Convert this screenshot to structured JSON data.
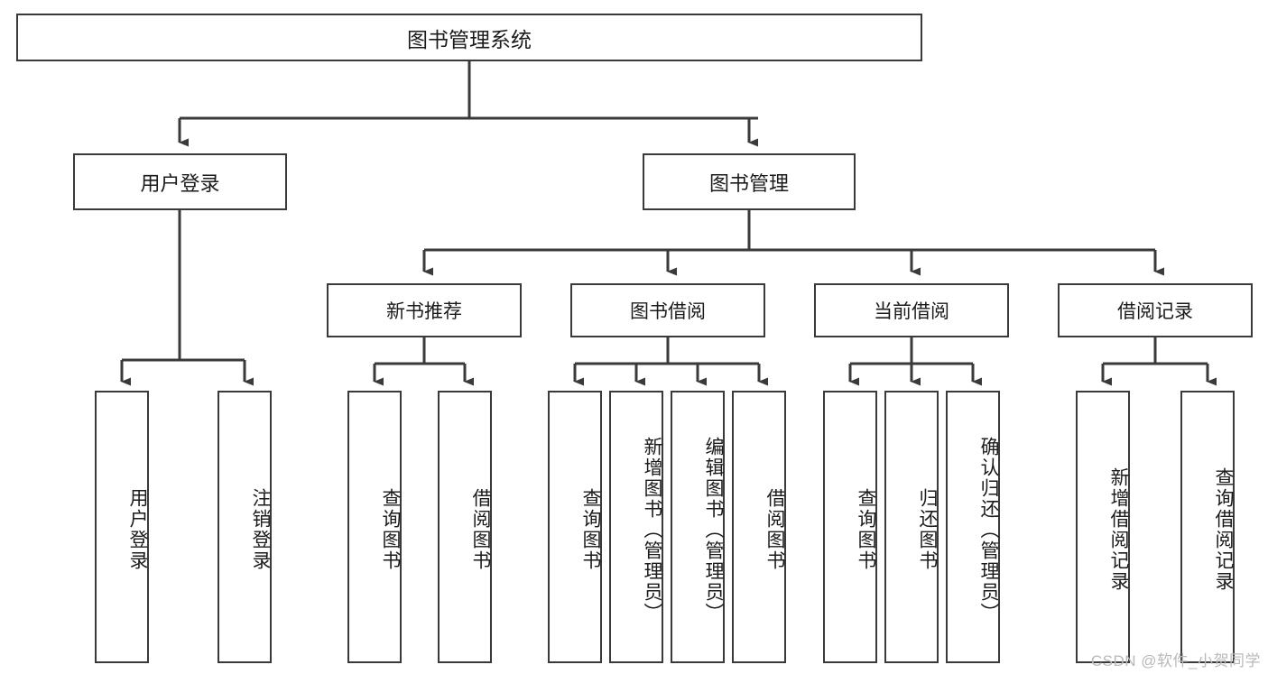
{
  "diagram": {
    "title": "图书管理系统",
    "watermark": "CSDN @软件_小贺同学",
    "colors": {
      "box_border": "#3a3a3a",
      "box_fill": "#ffffff",
      "connector": "#3a3a3a",
      "text": "#1b1b1b",
      "watermark": "#b9b9b9"
    },
    "nodes": {
      "root": {
        "label": "图书管理系统"
      },
      "level2": [
        {
          "label": "用户登录"
        },
        {
          "label": "图书管理"
        }
      ],
      "level3": [
        {
          "label": "新书推荐"
        },
        {
          "label": "图书借阅"
        },
        {
          "label": "当前借阅"
        },
        {
          "label": "借阅记录"
        }
      ],
      "leaves": {
        "user_login": [
          {
            "label": "用户登录"
          },
          {
            "label": "注销登录"
          }
        ],
        "new_book_recommend": [
          {
            "label": "查询图书"
          },
          {
            "label": "借阅图书"
          }
        ],
        "book_borrow": [
          {
            "label": "查询图书"
          },
          {
            "label": "新增图书（管理员）"
          },
          {
            "label": "编辑图书（管理员）"
          },
          {
            "label": "借阅图书"
          }
        ],
        "current_borrow": [
          {
            "label": "查询图书"
          },
          {
            "label": "归还图书"
          },
          {
            "label": "确认归还（管理员）"
          }
        ],
        "borrow_record": [
          {
            "label": "新增借阅记录"
          },
          {
            "label": "查询借阅记录"
          }
        ]
      }
    }
  }
}
